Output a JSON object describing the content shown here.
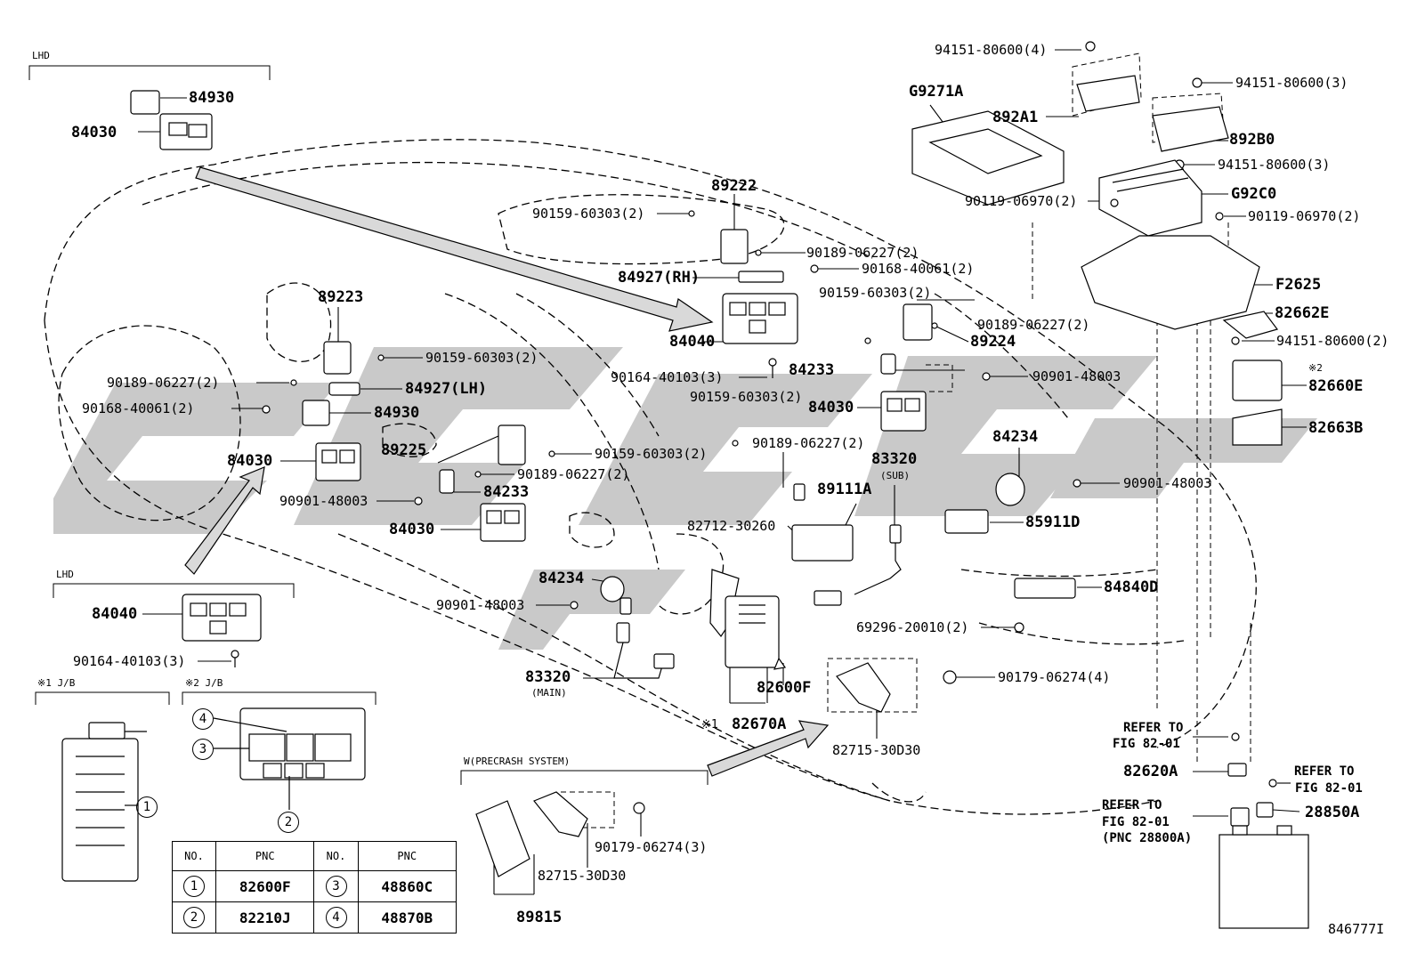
{
  "sections": {
    "lhd_top": "LHD",
    "lhd_bottom": "LHD",
    "jb1": "※1 J/B",
    "jb2": "※2 J/B",
    "precrash": "W(PRECRASH SYSTEM)"
  },
  "parts": {
    "p84930_top": "84930",
    "p84030_top": "84030",
    "p89222": "89222",
    "p90159_a": "90159-60303(2)",
    "p90189_a": "90189-06227(2)",
    "p84927rh": "84927(RH)",
    "p90168_a": "90168-40061(2)",
    "p84040_mid": "84040",
    "p90164_mid": "90164-40103(3)",
    "p89223": "89223",
    "p90159_b": "90159-60303(2)",
    "p90189_b": "90189-06227(2)",
    "p84927lh": "84927(LH)",
    "p90168_b": "90168-40061(2)",
    "p84930_mid": "84930",
    "p84030_left": "84030",
    "p89225": "89225",
    "p90159_c": "90159-60303(2)",
    "p90189_c": "90189-06227(2)",
    "p90901_a": "90901-48003",
    "p84233_left": "84233",
    "p84030_center": "84030",
    "p90159_d": "90159-60303(2)",
    "p90189_d": "90189-06227(2)",
    "p89224": "89224",
    "p84233_right": "84233",
    "p90901_b": "90901-48003",
    "p90159_e": "90159-60303(2)",
    "p84030_right": "84030",
    "p90189_e": "90189-06227(2)",
    "p84234_right": "84234",
    "p83320_sub": "83320",
    "p83320_sub_note": "(SUB)",
    "p89111a": "89111A",
    "p90901_c": "90901-48003",
    "p82712": "82712-30260",
    "p85911d": "85911D",
    "p84234_left": "84234",
    "p90901_d": "90901-48003",
    "p84840d": "84840D",
    "p69296": "69296-20010(2)",
    "p83320_main": "83320",
    "p83320_main_note": "(MAIN)",
    "p90179_a": "90179-06274(4)",
    "p82600f": "82600F",
    "p82670a": "82670A",
    "p82670a_mark": "※1",
    "p82715_a": "82715-30D30",
    "p84040_lhd": "84040",
    "p90164_lhd": "90164-40103(3)",
    "p90179_b": "90179-06274(3)",
    "p82715_b": "82715-30D30",
    "p89815": "89815",
    "p94151_a": "94151-80600(4)",
    "p94151_b": "94151-80600(3)",
    "pG9271a": "G9271A",
    "p892a1": "892A1",
    "p892b0": "892B0",
    "p94151_c": "94151-80600(3)",
    "pG92c0": "G92C0",
    "p90119_a": "90119-06970(2)",
    "p90119_b": "90119-06970(2)",
    "pF2625": "F2625",
    "p82662e": "82662E",
    "p94151_d": "94151-80600(2)",
    "p82660e_mark": "※2",
    "p82660e": "82660E",
    "p82663b": "82663B",
    "refer1_a": "REFER TO",
    "refer1_b": "FIG 82-01",
    "p82620a": "82620A",
    "refer2_a": "REFER TO",
    "refer2_b": "FIG 82-01",
    "refer3_a": "REFER TO",
    "refer3_b": "FIG 82-01",
    "refer3_c": "(PNC 28800A)",
    "p28850a": "28850A",
    "fig_id": "846777I"
  },
  "jb2_callouts": [
    "4",
    "3",
    "2"
  ],
  "jb1_callouts": [
    "1"
  ],
  "pnc_table": {
    "headers": [
      "NO.",
      "PNC",
      "NO.",
      "PNC"
    ],
    "rows": [
      {
        "no1": "1",
        "pnc1": "82600F",
        "no2": "3",
        "pnc2": "48860C"
      },
      {
        "no1": "2",
        "pnc1": "82210J",
        "no2": "4",
        "pnc2": "48870B"
      }
    ]
  }
}
